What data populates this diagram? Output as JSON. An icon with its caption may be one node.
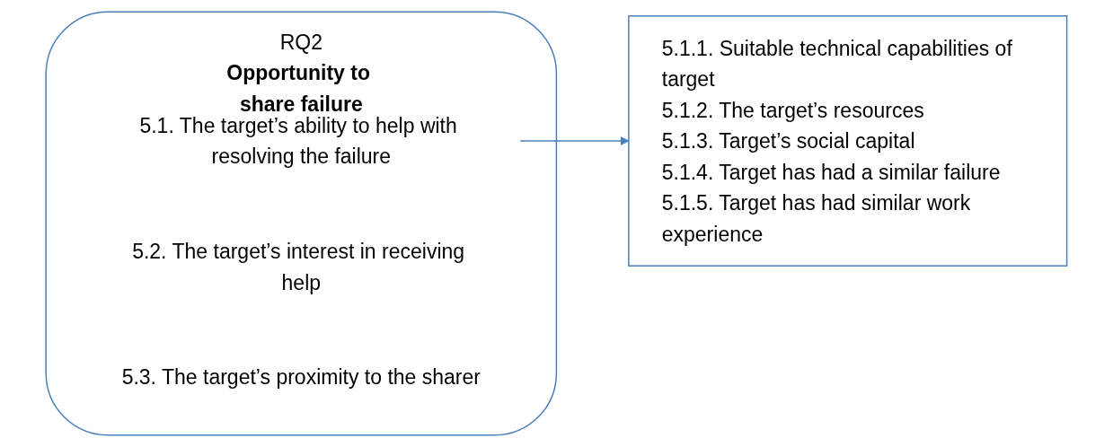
{
  "diagram": {
    "nodes": [
      {
        "text": [
          "RQ2",
          "Opportunity to share failure"
        ]
      },
      {
        "text": [
          "5.1. The target’s ability to help with resolving the failure"
        ],
        "in": 0
      },
      {
        "text": [
          "5.2. The target’s interest in receiving help"
        ],
        "in": 0
      },
      {
        "text": [
          "5.3. The target’s proximity to the sharer"
        ],
        "in": 0
      },
      {
        "text": [
          "5.1.1. Suitable technical capabilities of target",
          "5.1.2. The target’s resources",
          "5.1.3. Target’s social capital",
          "5.1.4. Target has had a similar failure",
          "5.1.5. Target has had similar work experience"
        ]
      }
    ],
    "edges": [
      {
        "from": 1,
        "to": 4,
        "arrow": "to"
      }
    ]
  }
}
